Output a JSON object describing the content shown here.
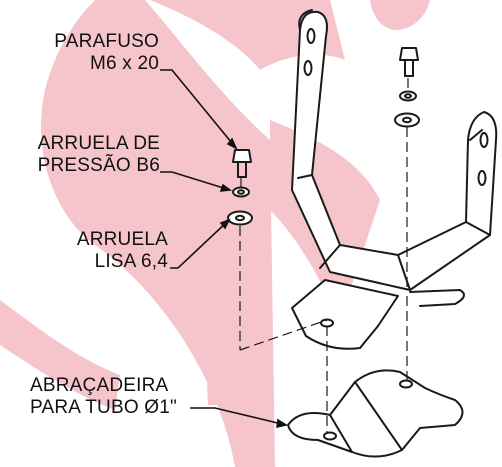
{
  "colors": {
    "watermark": "#f6c4cb",
    "line": "#1a1a1a",
    "part_fill": "#ffffff",
    "shade": "#b9b9b9"
  },
  "watermark": {
    "icon": "red-brand-logo-watermark"
  },
  "labels": {
    "screw": {
      "line1": "PARAFUSO",
      "line2": "M6 x 20"
    },
    "lock_washer": {
      "line1": "ARRUELA DE",
      "line2": "PRESSÃO B6"
    },
    "flat_washer": {
      "line1": "ARRUELA",
      "line2": "LISA 6,4"
    },
    "clamp": {
      "line1": "ABRAÇADEIRA",
      "line2": "PARA TUBO Ø1\""
    }
  }
}
